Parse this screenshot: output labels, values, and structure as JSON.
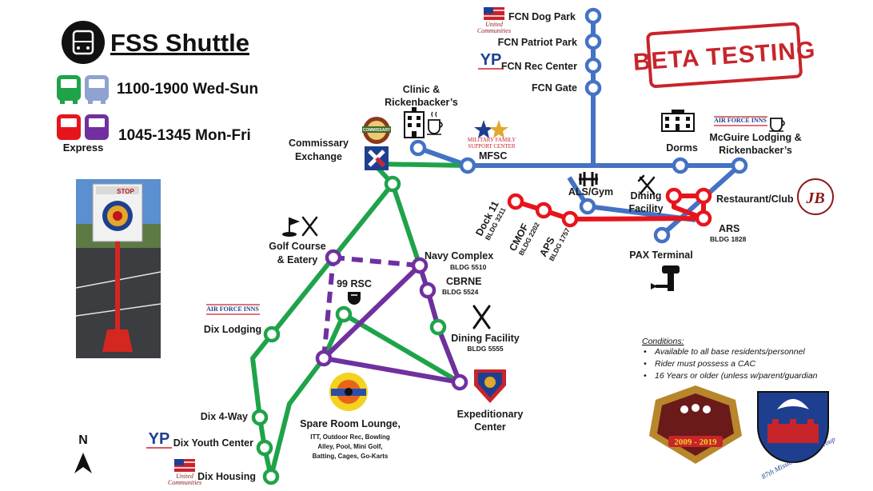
{
  "header": {
    "title": "FSS Shuttle",
    "schedule_regular": "1100-1900 Wed-Sun",
    "schedule_express": "1045-1345 Mon-Fri",
    "express_label": "Express",
    "stamp": "BETA TESTING"
  },
  "colors": {
    "green": "#1fa34a",
    "blue": "#4472c4",
    "red": "#e8141c",
    "purple": "#7030a0"
  },
  "stops": {
    "fcn_dog_park": "FCN Dog Park",
    "fcn_patriot_park": "FCN Patriot Park",
    "fcn_rec_center": "FCN Rec Center",
    "fcn_gate": "FCN Gate",
    "clinic_l1": "Clinic &",
    "clinic_l2": "Rickenbacker’s",
    "commissary_l1": "Commissary",
    "commissary_l2": "Exchange",
    "mfsc": "MFSC",
    "dorms": "Dorms",
    "mcguire_l1": "McGuire Lodging &",
    "mcguire_l2": "Rickenbacker’s",
    "als_gym": "ALS/Gym",
    "dining_l1": "Dining",
    "dining_l2": "Facility",
    "restaurant_club": "Restaurant/Club",
    "ars": "ARS",
    "ars_bldg": "BLDG 1828",
    "dock11": "Dock 11",
    "dock11_bldg": "BLDG 3211",
    "cmof": "CMOF",
    "cmof_bldg": "BLDG 2202",
    "aps": "APS",
    "aps_bldg": "BLDG 1757",
    "pax_terminal": "PAX Terminal",
    "golf_l1": "Golf Course",
    "golf_l2": "& Eatery",
    "navy_complex": "Navy Complex",
    "navy_bldg": "BLDG 5510",
    "cbrne": "CBRNE",
    "cbrne_bldg": "BLDG 5524",
    "rsc99": "99 RSC",
    "dix_dining": "Dining Facility",
    "dix_dining_bldg": "BLDG 5555",
    "dix_lodging": "Dix Lodging",
    "expeditionary_l1": "Expeditionary",
    "expeditionary_l2": "Center",
    "dix_4way": "Dix 4-Way",
    "dix_youth": "Dix Youth Center",
    "dix_housing": "Dix Housing",
    "spare_l1": "Spare Room Lounge,",
    "spare_l2": "ITT, Outdoor Rec, Bowling",
    "spare_l3": "Alley, Pool, Mini Golf,",
    "spare_l4": "Batting, Cages, Go-Karts"
  },
  "logos": {
    "united_communities": [
      "United",
      "Communities"
    ],
    "yp": "YP",
    "mfsc_l1": "MILITARY FAMILY",
    "mfsc_l2": "SUPPORT CENTER",
    "air_force_inns": "AIR FORCE INNS",
    "jb": "JB",
    "commissary": "COMMISSARY",
    "anniversary": "2009 - 2019",
    "msg": "87th Mission Support Group",
    "stop_sign": "STOP"
  },
  "conditions": {
    "heading": "Conditions:",
    "items": [
      "Available to all base residents/personnel",
      "Rider must possess a CAC",
      "16 Years or older (unless w/parent/guardian"
    ]
  },
  "compass": "N"
}
